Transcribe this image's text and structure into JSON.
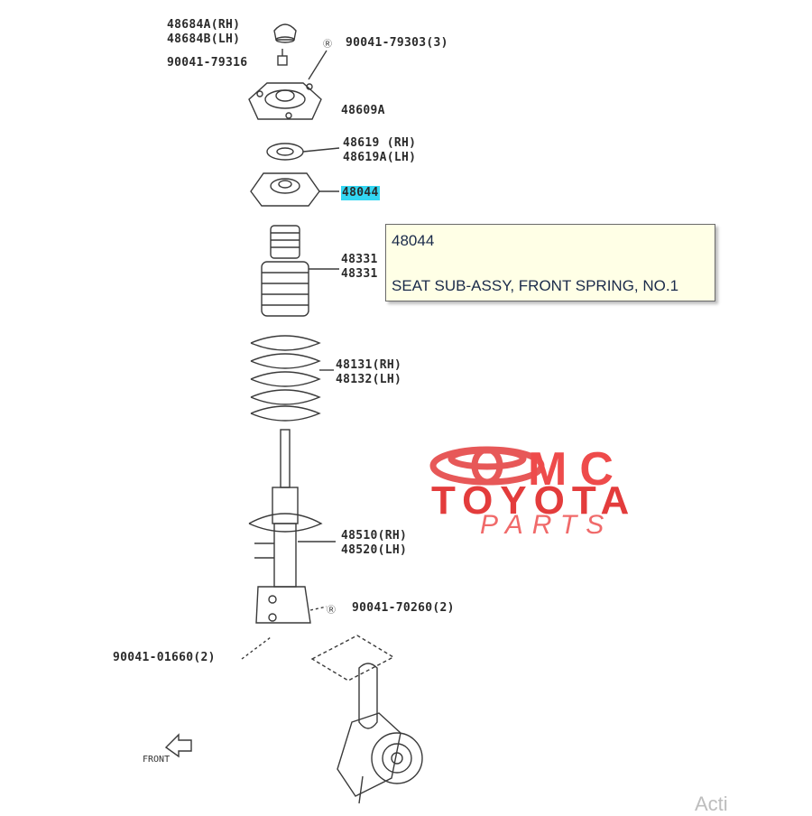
{
  "labels": {
    "cap": [
      "48684A(RH)",
      "48684B(LH)"
    ],
    "nut_left": "90041-79316",
    "nut_right": "90041-79303(3)",
    "support": "48609A",
    "bearing": [
      "48619 (RH)",
      "48619A(LH)"
    ],
    "seat": "48044",
    "bound_stop": [
      "48331",
      "48331"
    ],
    "spring": [
      "48131(RH)",
      "48132(LH)"
    ],
    "absorber": [
      "48510(RH)",
      "48520(LH)"
    ],
    "bolt_right": "90041-70260(2)",
    "bolt_left": "90041-01660(2)",
    "front": "FRONT"
  },
  "tooltip": {
    "part_number": "48044",
    "description": "SEAT SUB-ASSY, FRONT SPRING, NO.1"
  },
  "watermark": {
    "line1": "MC",
    "line2": "TOYOTA",
    "line3": "PARTS",
    "color": "#e33c3c"
  },
  "corner_text": "Acti",
  "colors": {
    "highlight": "#33d6f2",
    "tooltip_bg": "#ffffe6",
    "line": "#3a3a3a"
  }
}
